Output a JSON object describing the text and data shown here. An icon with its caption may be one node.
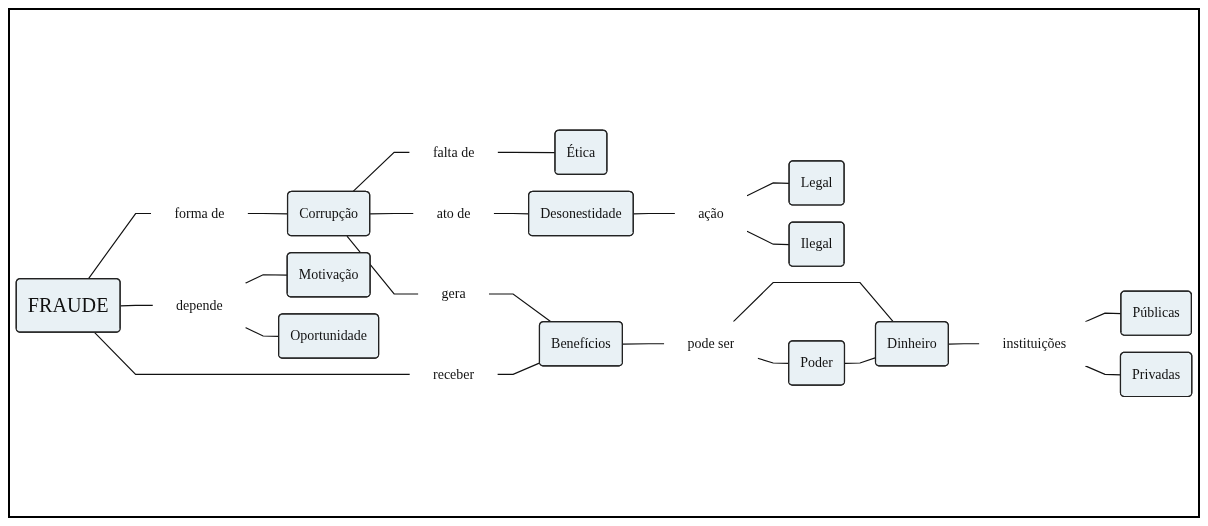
{
  "diagram": {
    "nodes": [
      {
        "text": [
          "FRAUDE"
        ]
      },
      {
        "text": [
          "forma de"
        ]
      },
      {
        "text": [
          "Corrupção"
        ]
      },
      {
        "text": [
          "falta de"
        ]
      },
      {
        "text": [
          "Ética"
        ]
      },
      {
        "text": [
          "ato de"
        ]
      },
      {
        "text": [
          "Desonestidade"
        ]
      },
      {
        "text": [
          "ação"
        ]
      },
      {
        "text": [
          "Legal"
        ]
      },
      {
        "text": [
          "Ilegal"
        ]
      },
      {
        "text": [
          "gera"
        ]
      },
      {
        "text": [
          "receber"
        ]
      },
      {
        "text": [
          "Benefícios"
        ]
      },
      {
        "text": [
          "pode ser"
        ]
      },
      {
        "text": [
          "Poder"
        ]
      },
      {
        "text": [
          "Dinheiro"
        ]
      },
      {
        "text": [
          "instituições"
        ]
      },
      {
        "text": [
          "Públicas"
        ]
      },
      {
        "text": [
          "Privadas"
        ]
      },
      {
        "text": [
          "depende"
        ]
      },
      {
        "text": [
          "Motivação"
        ]
      },
      {
        "text": [
          "Oportunidade"
        ]
      }
    ],
    "edges": [
      {
        "from": 0,
        "to": 1,
        "arrow": "none"
      },
      {
        "from": 1,
        "to": 2,
        "arrow": "none"
      },
      {
        "from": 2,
        "to": 3,
        "arrow": "none"
      },
      {
        "from": 3,
        "to": 4,
        "arrow": "none"
      },
      {
        "from": 2,
        "to": 5,
        "arrow": "none"
      },
      {
        "from": 5,
        "to": 6,
        "arrow": "none"
      },
      {
        "from": 6,
        "to": 7,
        "arrow": "none"
      },
      {
        "from": 7,
        "to": 8,
        "arrow": "none"
      },
      {
        "from": 7,
        "to": 9,
        "arrow": "none"
      },
      {
        "from": 2,
        "to": 10,
        "arrow": "none"
      },
      {
        "from": 10,
        "to": 12,
        "arrow": "none"
      },
      {
        "from": 0,
        "to": 11,
        "arrow": "none"
      },
      {
        "from": 11,
        "to": 12,
        "arrow": "none"
      },
      {
        "from": 12,
        "to": 13,
        "arrow": "none"
      },
      {
        "from": 13,
        "to": 14,
        "arrow": "none"
      },
      {
        "from": 13,
        "to": 15,
        "arrow": "none"
      },
      {
        "from": 14,
        "to": 15,
        "arrow": "none"
      },
      {
        "from": 15,
        "to": 16,
        "arrow": "none"
      },
      {
        "from": 16,
        "to": 17,
        "arrow": "none"
      },
      {
        "from": 16,
        "to": 18,
        "arrow": "none"
      },
      {
        "from": 0,
        "to": 19,
        "arrow": "none"
      },
      {
        "from": 19,
        "to": 20,
        "arrow": "none"
      },
      {
        "from": 19,
        "to": 21,
        "arrow": "none"
      }
    ]
  }
}
